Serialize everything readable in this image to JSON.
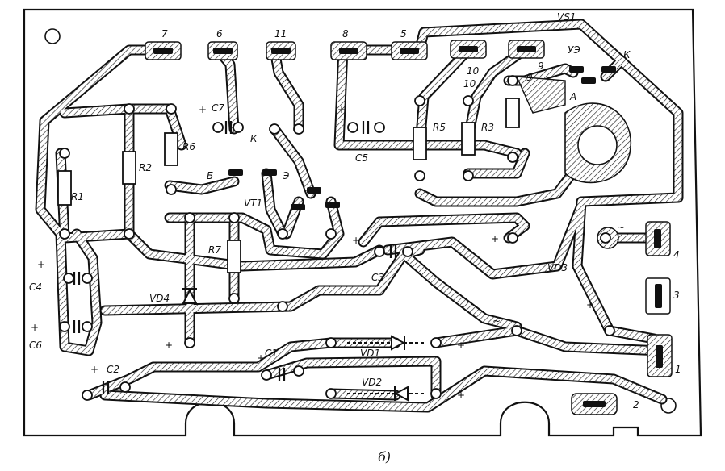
{
  "caption": "б)",
  "components": {
    "r1": "R1",
    "r2": "R2",
    "r3": "R3",
    "r5": "R5",
    "r6": "R6",
    "r7": "R7",
    "c1": "C1",
    "c2": "C2",
    "c3": "C3",
    "c4": "C4",
    "c5": "C5",
    "c6": "C6",
    "c7": "C7",
    "vd1": "VD1",
    "vd2": "VD2",
    "vd3": "VD3",
    "vd4": "VD4",
    "vt1": "VT1",
    "vs1": "VS1"
  },
  "pins": {
    "k_vs1": "К",
    "a_vs1": "А",
    "ue": "УЭ",
    "k_vt1": "К",
    "b_vt1": "Б",
    "e_vt1": "Э"
  },
  "terminals": {
    "t1": "1",
    "t2": "2",
    "t3": "3",
    "t4": "4",
    "t5": "5",
    "t6": "6",
    "t7": "7",
    "t8": "8",
    "t9": "9",
    "t10": "10",
    "t11": "11",
    "t10b": "10",
    "t9b": "9"
  },
  "marks": {
    "plus": "+",
    "ac": "~"
  }
}
